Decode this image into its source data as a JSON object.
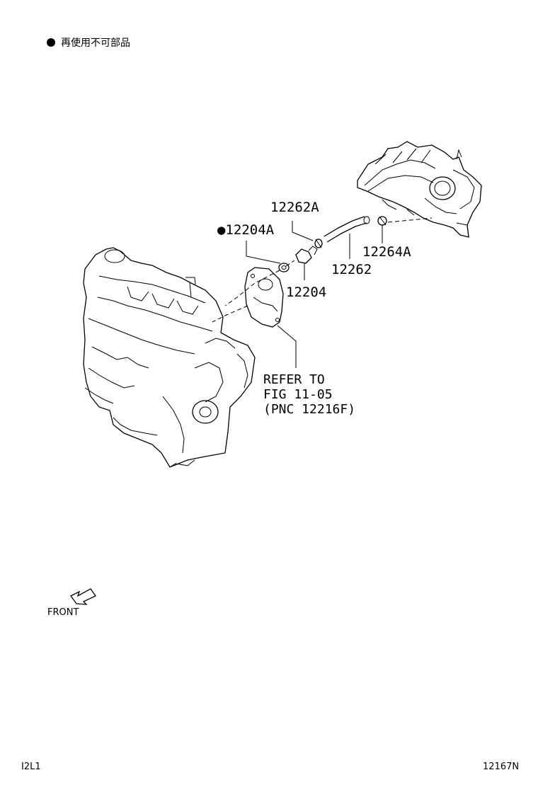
{
  "legend": {
    "symbol": "●",
    "text": "再使用不可部品"
  },
  "callouts": {
    "c12262A": "12262A",
    "c12204A": "12204A",
    "c12204A_marker": "●",
    "c12264A": "12264A",
    "c12262": "12262",
    "c12204": "12204"
  },
  "refer": {
    "line1": "REFER TO",
    "line2": "FIG 11-05",
    "line3": "(PNC 12216F)"
  },
  "front_label": "FRONT",
  "footer": {
    "left": "I2L1",
    "right": "12167N"
  },
  "icons": [
    "engine-block-drawing",
    "intake-manifold-drawing",
    "front-arrow-icon",
    "pcv-valve-icon",
    "hose-icon",
    "clamp-icon",
    "grommet-icon",
    "cover-plate-icon"
  ]
}
